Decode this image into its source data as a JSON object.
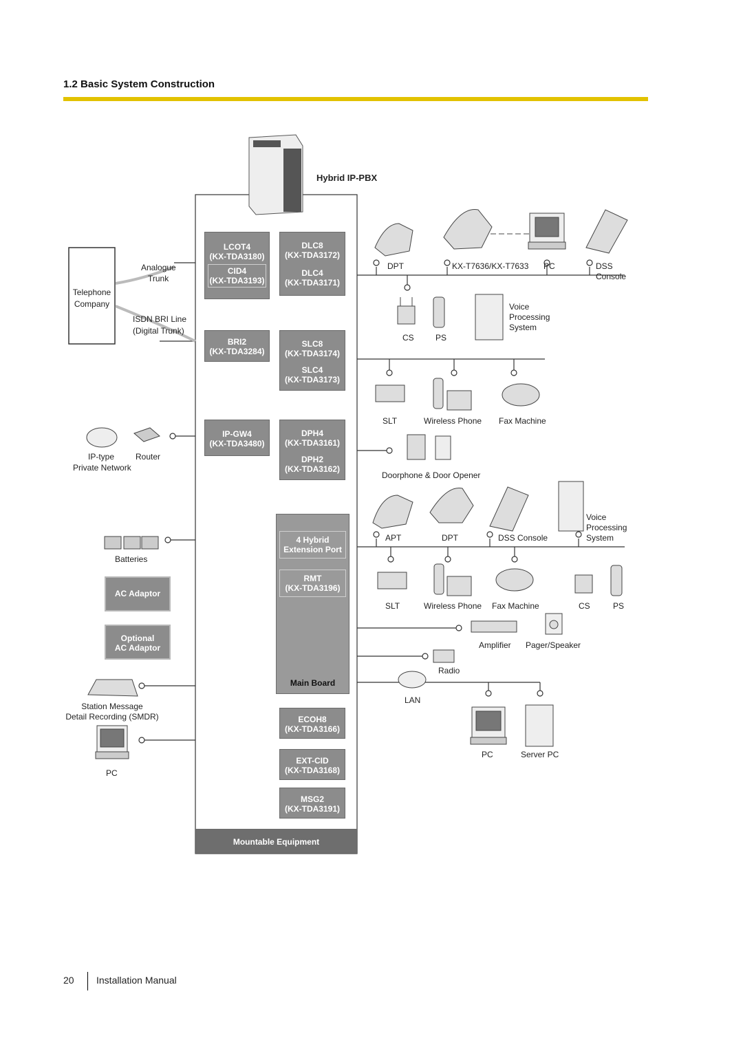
{
  "section_title": "1.2 Basic System Construction",
  "pbx_label": "Hybrid IP-PBX",
  "telco": {
    "line1": "Telephone",
    "line2": "Company"
  },
  "trunks": {
    "analogue": "Analogue",
    "trunk": "Trunk",
    "isdn": "ISDN BRI Line",
    "digital": "(Digital Trunk)"
  },
  "ip_net": {
    "iptype": "IP-type",
    "private": "Private Network",
    "router": "Router"
  },
  "batteries": "Batteries",
  "ac_adaptor": "AC Adaptor",
  "optional_ac": {
    "line1": "Optional",
    "line2": "AC Adaptor"
  },
  "smdr": {
    "line1": "Station Message",
    "line2": "Detail Recording (SMDR)"
  },
  "left_pc": "PC",
  "cards": {
    "lcot4": {
      "name": "LCOT4",
      "model": "(KX-TDA3180)"
    },
    "cid4": {
      "name": "CID4",
      "model": "(KX-TDA3193)"
    },
    "bri2": {
      "name": "BRI2",
      "model": "(KX-TDA3284)"
    },
    "ipgw4": {
      "name": "IP-GW4",
      "model": "(KX-TDA3480)"
    },
    "dlc8": {
      "name": "DLC8",
      "model": "(KX-TDA3172)"
    },
    "dlc4": {
      "name": "DLC4",
      "model": "(KX-TDA3171)"
    },
    "slc8": {
      "name": "SLC8",
      "model": "(KX-TDA3174)"
    },
    "slc4": {
      "name": "SLC4",
      "model": "(KX-TDA3173)"
    },
    "dph4": {
      "name": "DPH4",
      "model": "(KX-TDA3161)"
    },
    "dph2": {
      "name": "DPH2",
      "model": "(KX-TDA3162)"
    },
    "hybrid": {
      "line1": "4 Hybrid",
      "line2": "Extension Port"
    },
    "rmt": {
      "name": "RMT",
      "model": "(KX-TDA3196)"
    },
    "main_board": "Main Board",
    "ecoh8": {
      "name": "ECOH8",
      "model": "(KX-TDA3166)"
    },
    "extcid": {
      "name": "EXT-CID",
      "model": "(KX-TDA3168)"
    },
    "msg2": {
      "name": "MSG2",
      "model": "(KX-TDA3191)"
    },
    "mountable": "Mountable Equipment"
  },
  "row1": {
    "dpt": "DPT",
    "kxt": "KX-T7636/KX-T7633",
    "pc": "PC",
    "dss": "DSS",
    "console": "Console"
  },
  "row2": {
    "cs": "CS",
    "ps": "PS",
    "vps1": "Voice",
    "vps2": "Processing",
    "vps3": "System"
  },
  "row3": {
    "slt": "SLT",
    "wireless": "Wireless Phone",
    "fax": "Fax Machine"
  },
  "doorphone": "Doorphone & Door Opener",
  "row5": {
    "apt": "APT",
    "dpt": "DPT",
    "dss": "DSS Console",
    "vps1": "Voice",
    "vps2": "Processing",
    "vps3": "System"
  },
  "row6": {
    "slt": "SLT",
    "wireless": "Wireless Phone",
    "fax": "Fax Machine",
    "cs": "CS",
    "ps": "PS"
  },
  "amp": {
    "amplifier": "Amplifier",
    "pager": "Pager/Speaker"
  },
  "radio": "Radio",
  "lan": "LAN",
  "lanpc": {
    "pc": "PC",
    "server": "Server PC"
  },
  "footer": {
    "page": "20",
    "manual": "Installation Manual"
  }
}
